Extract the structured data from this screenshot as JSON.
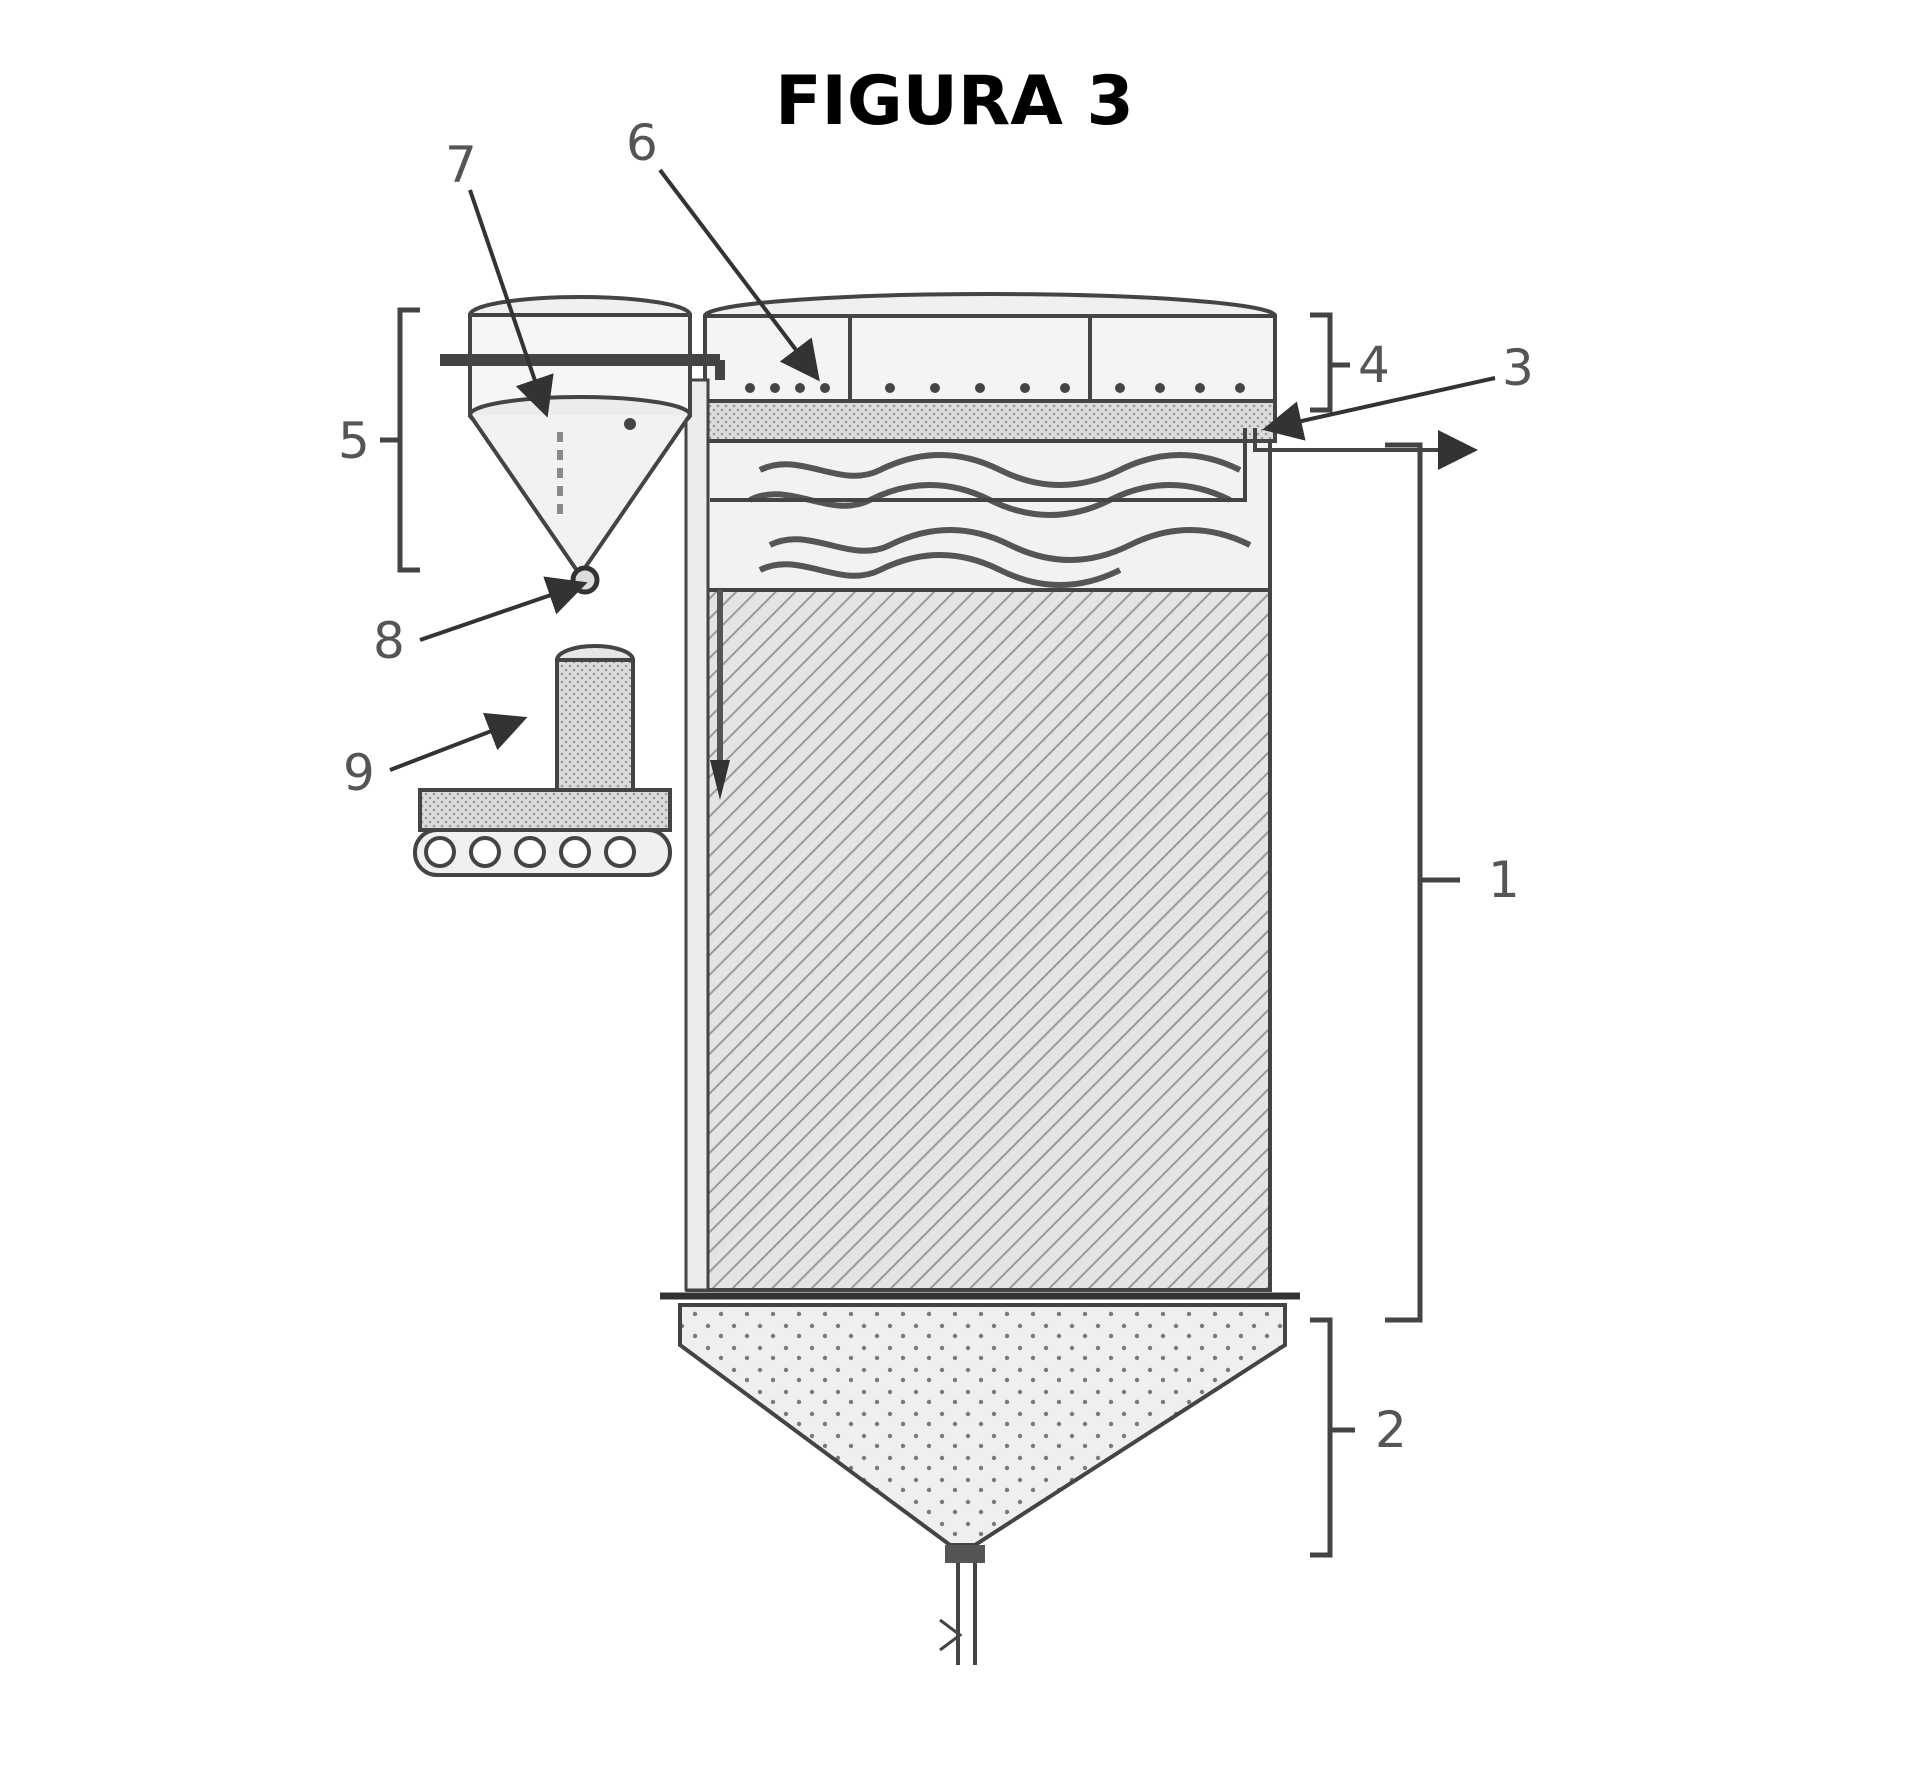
{
  "figure": {
    "title": "FIGURA 3"
  },
  "labels": {
    "l1": "1",
    "l2": "2",
    "l3": "3",
    "l4": "4",
    "l5": "5",
    "l6": "6",
    "l7": "7",
    "l8": "8",
    "l9": "9"
  },
  "colors": {
    "line": "#444444",
    "hatch": "#9a9a9a",
    "shade": "#d8d8d8"
  }
}
